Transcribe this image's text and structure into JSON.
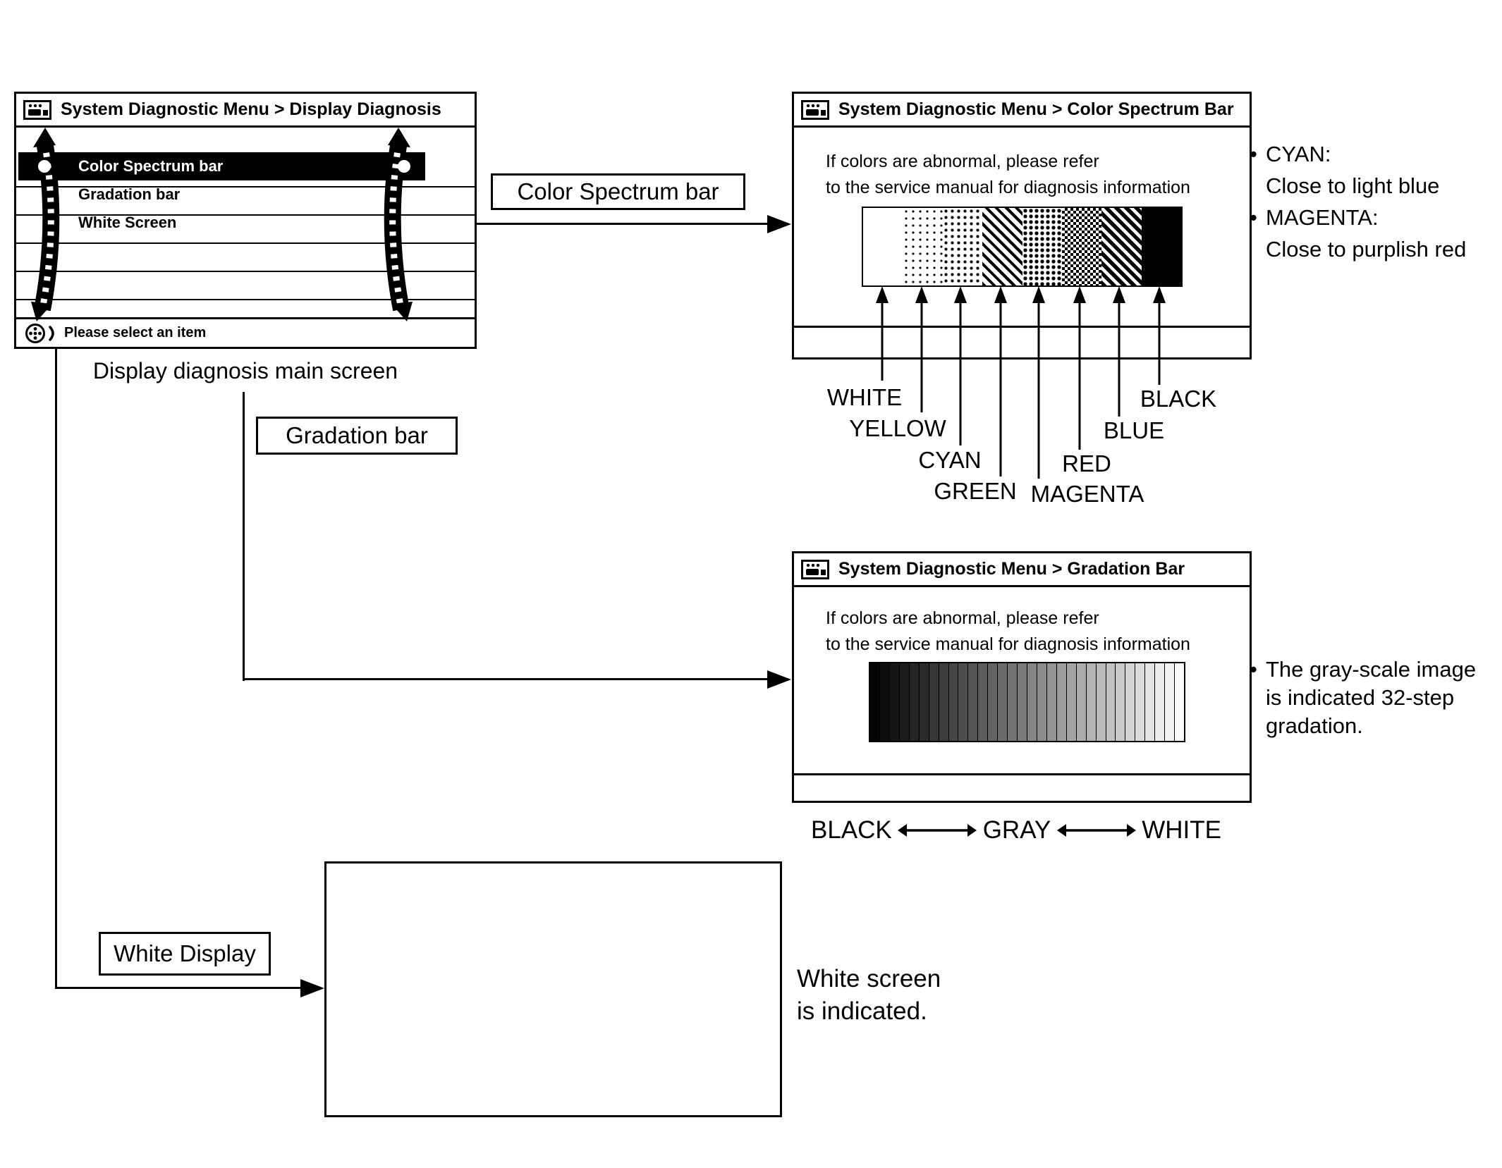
{
  "bullet_char": "•",
  "main_screen": {
    "title": "System Diagnostic Menu > Display Diagnosis",
    "menu_items": [
      {
        "label": "Color Spectrum bar",
        "selected": true
      },
      {
        "label": "Gradation bar",
        "selected": false
      },
      {
        "label": "White Screen",
        "selected": false
      }
    ],
    "status": "Please select an item",
    "caption": "Display diagnosis main screen"
  },
  "connectors": {
    "color_spectrum_label": "Color Spectrum bar",
    "gradation_label": "Gradation bar",
    "white_display_label": "White Display"
  },
  "color_spectrum_screen": {
    "title": "System Diagnostic Menu > Color Spectrum Bar",
    "message_line1": "If colors are abnormal, please refer",
    "message_line2": "to the service manual for diagnosis information",
    "segment_labels": [
      "WHITE",
      "YELLOW",
      "CYAN",
      "GREEN",
      "MAGENTA",
      "RED",
      "BLUE",
      "BLACK"
    ],
    "notes": [
      {
        "term": "CYAN:",
        "desc": "Close to light blue"
      },
      {
        "term": "MAGENTA:",
        "desc": "Close to purplish red"
      }
    ]
  },
  "gradation_screen": {
    "title": "System Diagnostic Menu > Gradation Bar",
    "message_line1": "If colors are abnormal, please refer",
    "message_line2": "to the service manual for diagnosis information",
    "steps": 32,
    "scale_labels": [
      "BLACK",
      "GRAY",
      "WHITE"
    ],
    "note_lines": [
      "The gray-scale image",
      "is indicated 32-step",
      "gradation."
    ]
  },
  "white_screen": {
    "caption_line1": "White screen",
    "caption_line2": "is indicated."
  }
}
